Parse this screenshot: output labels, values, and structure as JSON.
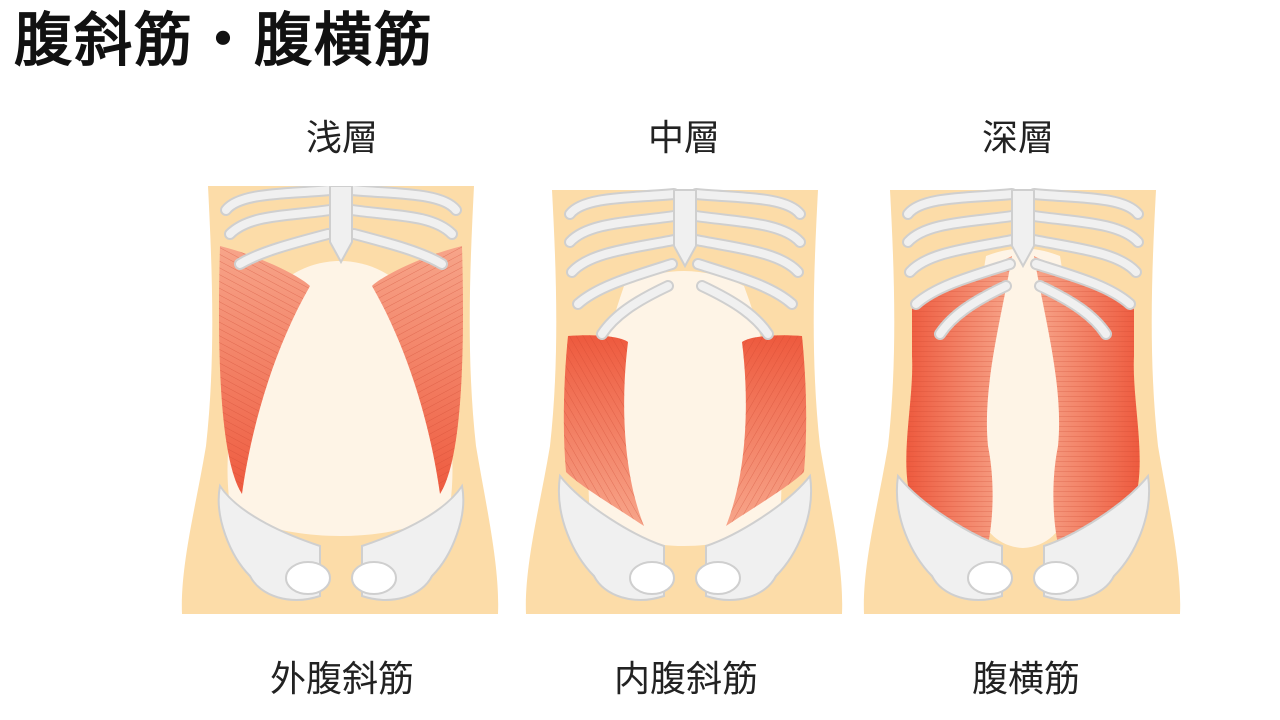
{
  "title": "腹斜筋・腹横筋",
  "panels": [
    {
      "layer": "浅層",
      "muscle": "外腹斜筋"
    },
    {
      "layer": "中層",
      "muscle": "内腹斜筋"
    },
    {
      "layer": "深層",
      "muscle": "腹横筋"
    }
  ],
  "colors": {
    "skin": "#FCDCA8",
    "abdomen": "#FEF4E6",
    "bone": "#F0F0F0",
    "bone_outline": "#CFCFCF",
    "muscle": "#EE6A4E",
    "muscle_light": "#F7A58A",
    "fiber": "#C9452E"
  }
}
